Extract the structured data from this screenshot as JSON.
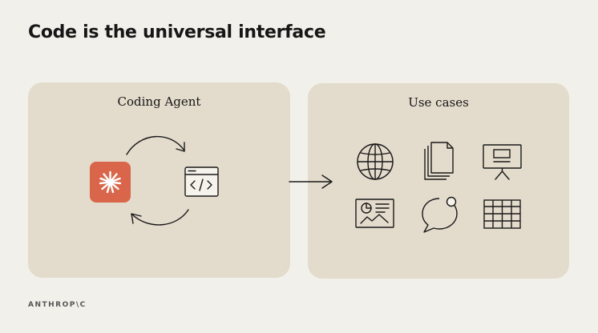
{
  "title": "Code is the universal interface",
  "coding_agent_panel": {
    "label": "Coding Agent",
    "agent_icon": "anthropic-starburst-icon",
    "code_window_icon": "code-window-icon",
    "loop_arrows": [
      "curved-arrow-right-icon",
      "curved-arrow-left-icon"
    ]
  },
  "use_cases_panel": {
    "label": "Use cases",
    "icons": [
      "globe-icon",
      "documents-icon",
      "presentation-icon",
      "dashboard-icon",
      "chat-bubble-icon",
      "spreadsheet-icon"
    ]
  },
  "connector_arrow": "arrow-right-icon",
  "footer": {
    "brand": "ANTHROP\\C"
  },
  "colors": {
    "background": "#f1f0ea",
    "panel": "#e3dbcb",
    "accent": "#d9664a",
    "ink": "#1a1a1a"
  }
}
